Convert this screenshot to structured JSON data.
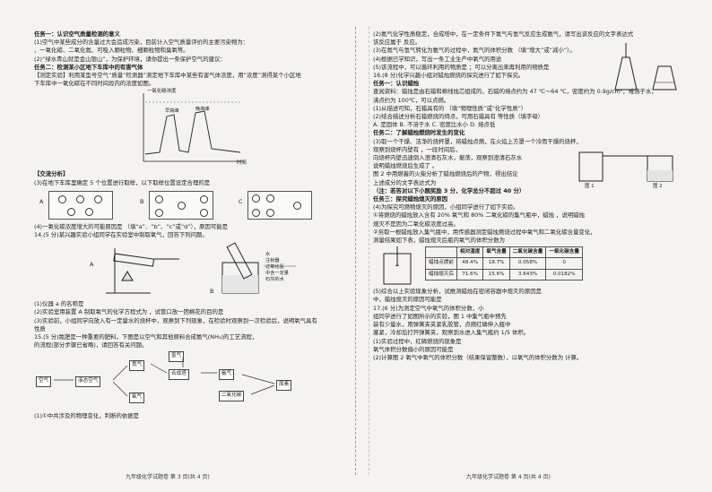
{
  "left": {
    "lines": [
      {
        "t": "任务一：认识空气质量检测的意义",
        "b": true
      },
      {
        "t": "(1)空气中某些成分的含量过大会造成污染，目前计入空气质量评价的主要污染物为：",
        "b": false
      },
      {
        "t": "、一氧化碳、二氧化氮、可吸入颗粒物、细颗粒物和臭氧等。",
        "b": false
      },
      {
        "t": "(2)“绿水青山就是金山银山”，为保护环境，请你提出一条保护空气的建议：",
        "b": false
      },
      {
        "t": "任务二：检测某小区地下车库中的有害气体",
        "b": true
      },
      {
        "t": "【测定实验】利用某型号空气“质量”检测器”测定地下车库中某些有害气体浓度，用“浓度”测得某个小区地",
        "b": false
      },
      {
        "t": "下车库中一氧化碳在不同时间段内的浓度如图。",
        "b": false
      }
    ],
    "graph_ylabel": "一氧化碳浓度",
    "graph_xlabel": "时间",
    "graph_peak1": "早高峰",
    "graph_peak2": "晚高峰",
    "lines2": [
      {
        "t": "【交流分析】",
        "b": true
      },
      {
        "t": "(3)在地下车库里确定 5 个位置进行取样，以下取样位置设定合理的是",
        "b": false
      }
    ],
    "choices": [
      "A",
      "B",
      "C"
    ],
    "lines3": [
      {
        "t": "(4)一氧化碳浓度增大的可能原因是                （填“a”、“b”、“c”或“d”），原因可能是",
        "b": false
      },
      {
        "t": "14.(5 分)某兴趣实验小组同学在实验室中制取氧气，回答下列问题。",
        "b": false
      }
    ],
    "fig_a": "A",
    "fig_b": "B",
    "fig_labels": [
      "水",
      "注射器",
      "过氧化氢",
      "中含一定量",
      "石灰的水"
    ],
    "lines4": [
      {
        "t": "(1)仪器 a 的名称是",
        "b": false
      },
      {
        "t": "(2)实验室用装置 A 制取氧气的化学方程式为                    ，试管口放一团棉花的目的是",
        "b": false
      },
      {
        "t": "(3)实验前，小组同学向放入有一定量水的烧杯中，观察到下列现象，在检验时观察到一次检验后，说明氧气具有",
        "b": false
      },
      {
        "t": "性质",
        "b": false
      },
      {
        "t": "15.(5 分)氮肥是一种重要的肥料，下图是以空气和其他原料合成氨气(NH₃)的工艺流程，",
        "b": false
      },
      {
        "t": "的流程(部分步骤已省略)，请回答有关问题。",
        "b": false
      }
    ],
    "flow": [
      "空气",
      "液态空气",
      "氮气",
      "氧气",
      "氢气",
      "合成塔",
      "氨气",
      "二氧化碳",
      "尿素"
    ],
    "lines5": [
      {
        "t": "(1)①中共涉及的物理变化，判断的依据是",
        "b": false
      }
    ],
    "footer": "九年级化学试题卷  第 3 页(共 4 页)"
  },
  "right": {
    "lines": [
      {
        "t": "(2)氮气化学性质稳定，合成塔中，在一定条件下氮气与氢气反应生成氨气，请写出该反应的文字表达式",
        "b": false
      },
      {
        "t": "该反应属于                反应。",
        "b": false
      },
      {
        "t": "(3)在氮气与氢气转化为氨气的过程中，氮气的体积分数                （填“增大”或“减小”）。",
        "b": false
      },
      {
        "t": "(4)根据已学知识，写出一条工业生产中氧气的用途",
        "b": false
      },
      {
        "t": "(5)该流程中，可以循环利用的物质是                ；可以分离出来再利用的物质是",
        "b": false
      },
      {
        "t": "16.(8 分)化学兴趣小组对蜡烛燃烧的探究进行了如下探究。",
        "b": false
      },
      {
        "t": "任务一：认识蜡烛",
        "b": true
      },
      {
        "t": "查阅资料：蜡烛是由石蜡和棉线烛芯组成的，石蜡的熔点约为 47 ℃～64 ℃，密度约为 0.9g/cm³，难溶于水，",
        "b": false
      },
      {
        "t": "沸点约为 100℃，可以点燃。",
        "b": false
      },
      {
        "t": "(1)从描述可知，石蜡具有的              （填“物理性质”或“化学性质”）",
        "b": false
      },
      {
        "t": "(2)结合描述分析石蜡燃烧的特点，可用石蜡具有              等性质（填字母）",
        "b": false
      },
      {
        "t": "A. 是固体      B. 不溶于水      C. 密度比水小      D. 熔点低",
        "b": false
      },
      {
        "t": "任务二：了解蜡烛燃烧时发生的变化",
        "b": true
      },
      {
        "t": "(3)取一个干燥、洁净的烧杯罩，将蜡烛点燃，在火焰上方罩一个冷而干燥的烧杯，",
        "b": false
      },
      {
        "t": "观察到烧杯内壁有              ，一段时间后，",
        "b": false
      },
      {
        "t": "向烧杯内壁迅速倒入澄清石灰水，振荡，观察到澄清石灰水",
        "b": false
      },
      {
        "t": "说明蜡烛燃烧后生成了              。",
        "b": false
      },
      {
        "t": "图 2 中用燃着的火柴分析了蜡烛燃烧后的产物，得出结论",
        "b": false
      },
      {
        "t": "上述成分的文字表达式为",
        "b": false
      },
      {
        "t": "（注：若答对以下小题奖励 3 分，化学总分不超过 40 分）",
        "b": true
      },
      {
        "t": "任务三：探究蜡烛熄灭的原因",
        "b": true
      },
      {
        "t": "(4)为探究可燃物熄灭的原因，小组同学进行了如下实验。",
        "b": false
      },
      {
        "t": "①将燃烧的蜡烛放入含有 20% 氧气和 80% 二氧化碳的集气瓶中，蜡烛              ，说明蜡烛",
        "b": false
      },
      {
        "t": "熄灭不是因为二氧化碳浓度过高。",
        "b": false
      },
      {
        "t": "②另取一根蜡烛放入集气瓶中，用传感器测定蜡烛燃烧过程中氧气和二氧化碳含量变化，",
        "b": false
      },
      {
        "t": "测量结果如下表，蜡烛熄灭后瓶内氧气的体积分数为",
        "b": false
      }
    ],
    "table": {
      "headers": [
        "",
        "相对湿度",
        "氧气含量",
        "二氧化碳含量",
        "一氧化碳含量"
      ],
      "rows": [
        [
          "蜡烛点燃前",
          "48.4%",
          "18.7%",
          "0.058%",
          "0"
        ],
        [
          "蜡烛熄灭后",
          "71.6%",
          "15.6%",
          "3.643%",
          "0.0182%"
        ]
      ]
    },
    "lines2": [
      {
        "t": "(5)综合以上实验现象分析，试推测蜡烛在密闭容器中熄灭的原因是",
        "b": false
      },
      {
        "t": "中，蜡烛熄灭的原因可能是",
        "b": false
      },
      {
        "t": "17.(6 分)为测定空气中氧气的体积分数，小",
        "b": false
      },
      {
        "t": "组同学进行了如图所示的实验，图 1 中集气瓶中预先",
        "b": false
      },
      {
        "t": "装有少量水，用弹簧夹夹紧乳胶管，点燃红磷伸入瓶中",
        "b": false
      },
      {
        "t": "塞紧，冷却后打开弹簧夹，观察到水进入集气瓶约 1/5 体积。",
        "b": false
      },
      {
        "t": "(1)实验过程中，红磷燃烧的现象是",
        "b": false
      },
      {
        "t": "氧气体积分数偏小的原因可能是",
        "b": false
      },
      {
        "t": "(2)计算图 2 氧气中氧气的体积分数（结果保留整数），以氧气的体积分数为              计算。",
        "b": false
      }
    ],
    "fig1": "图 1",
    "fig2": "图 2",
    "footer": "九年级化学试题卷  第 4 页(共 4 页)"
  }
}
